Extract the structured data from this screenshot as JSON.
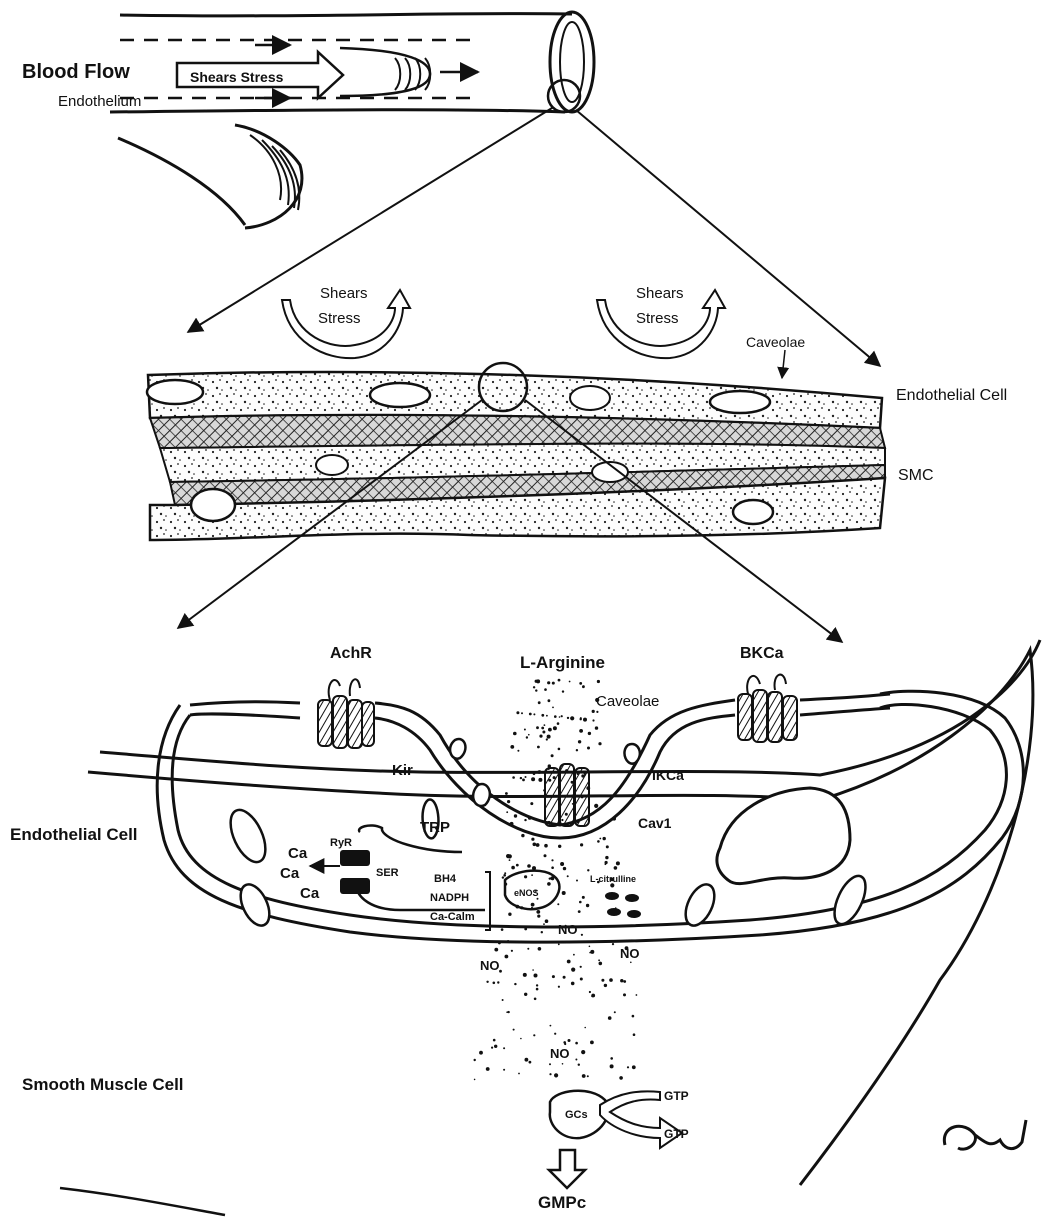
{
  "top": {
    "blood_flow": "Blood Flow",
    "shears_stress": "Shears Stress",
    "endothelium": "Endothelium"
  },
  "middle": {
    "shears_left_1": "Shears",
    "shears_left_2": "Stress",
    "shears_right_1": "Shears",
    "shears_right_2": "Stress",
    "caveolae": "Caveolae",
    "endothelial_cell": "Endothelial Cell",
    "smc": "SMC"
  },
  "bottom": {
    "achr": "AchR",
    "l_arginine": "L-Arginine",
    "bkca": "BKCa",
    "caveolae": "Caveolae",
    "kir": "Kir",
    "ikca": "IKCa",
    "endothelial_cell": "Endothelial Cell",
    "trp": "TRP",
    "cav1": "Cav1",
    "ryr": "RyR",
    "ca1": "Ca",
    "ca2": "Ca",
    "ca3": "Ca",
    "ser": "SER",
    "bh4": "BH4",
    "nadph": "NADPH",
    "ca_calm": "Ca-Calm",
    "enos": "eNOS",
    "l_citrulline": "L-citrulline",
    "no_1": "NO",
    "no_2": "NO",
    "no_3": "NO",
    "no_4": "NO",
    "smooth_muscle_cell": "Smooth Muscle Cell",
    "gcs": "GCs",
    "gtp_1": "GTP",
    "gtp_2": "GTP",
    "gmpc": "GMPc"
  }
}
